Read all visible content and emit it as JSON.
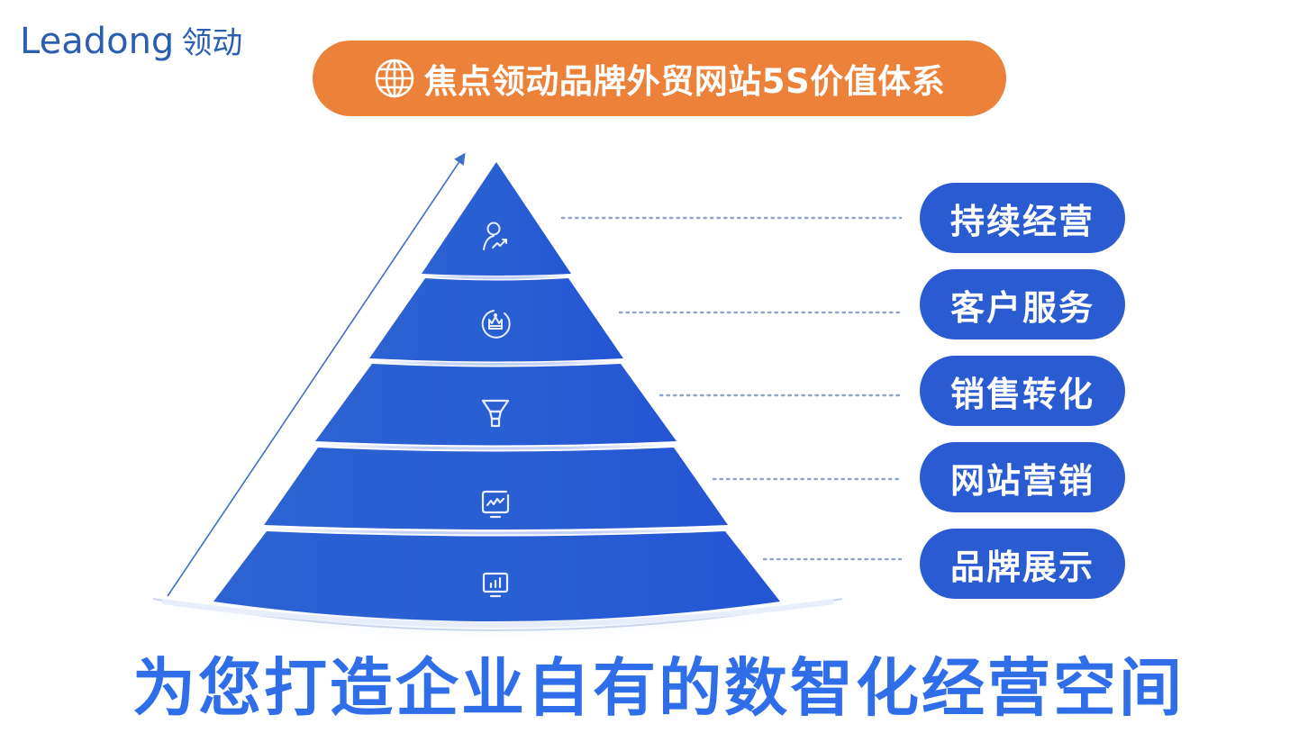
{
  "logo": {
    "latin": "Leadong",
    "chinese": "领动"
  },
  "title": {
    "icon": "globe-icon",
    "text": "焦点领动品牌外贸网站5S价值体系",
    "background": "#ec813a"
  },
  "pyramid": {
    "color": "#2a5bd0",
    "arrow_color": "#3d6fc6",
    "layers": [
      {
        "level": 5,
        "icon": "user-growth-icon",
        "label": "持续经营"
      },
      {
        "level": 4,
        "icon": "crown-badge-icon",
        "label": "客户服务"
      },
      {
        "level": 3,
        "icon": "funnel-icon",
        "label": "销售转化"
      },
      {
        "level": 2,
        "icon": "monitor-trend-icon",
        "label": "网站营销"
      },
      {
        "level": 1,
        "icon": "monitor-bar-chart-icon",
        "label": "品牌展示"
      }
    ]
  },
  "slogan": "为您打造企业自有的数智化经营空间",
  "colors": {
    "brand_blue": "#2a5fb0",
    "pill_blue": "#2a5bd0",
    "slogan_blue": "#2f6ee8",
    "accent_orange": "#ec813a"
  }
}
